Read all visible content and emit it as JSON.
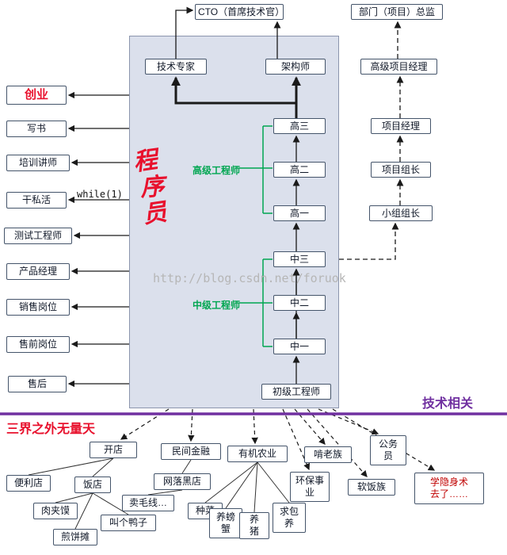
{
  "nodes": {
    "cto": "CTO（首席技术官）",
    "director": "部门（项目）总监",
    "tech_expert": "技术专家",
    "architect": "架构师",
    "senior_pm": "高级项目经理",
    "pm": "项目经理",
    "team_lead": "项目组长",
    "group_lead": "小组组长",
    "startup": "创业",
    "write_book": "写书",
    "trainer": "培训讲师",
    "freelance": "干私活",
    "test_engineer": "测试工程师",
    "product_manager": "产品经理",
    "sales": "销售岗位",
    "presales": "售前岗位",
    "aftersales": "售后",
    "g3": "高三",
    "g2": "高二",
    "g1": "高一",
    "m3": "中三",
    "m2": "中二",
    "m1": "中一",
    "junior": "初级工程师",
    "open_shop": "开店",
    "finance": "民间金融",
    "agriculture": "有机农业",
    "kenlao": "啃老族",
    "civil_servant": "公务员",
    "convenience": "便利店",
    "restaurant": "饭店",
    "black_shop": "网落黑店",
    "yarn": "卖毛线…",
    "roujiamo": "肉夹馍",
    "duck": "叫个鸭子",
    "pancake": "煎饼摊",
    "vegetables": "种菜",
    "crab": "养螃蟹",
    "pig": "养猪",
    "sponsor": "求包养",
    "environment": "环保事业",
    "soft_rice": "软饭族",
    "invisibility": "学隐身术去了……"
  },
  "labels": {
    "programmer_char_1": "程",
    "programmer_char_2": "序",
    "programmer_char_3": "员",
    "senior_engineer": "高级工程师",
    "mid_engineer": "中级工程师",
    "while_loop": "while(1)",
    "tech_related": "技术相关",
    "outside_realm": "三界之外无量天",
    "watermark": "http://blog.csdn.net/foruok"
  },
  "colors": {
    "accent_red": "#e8112d",
    "engineer_green": "#00a651",
    "divider_purple": "#7030a0",
    "box_border": "#44546a",
    "panel_fill": "#dbe0ec"
  }
}
